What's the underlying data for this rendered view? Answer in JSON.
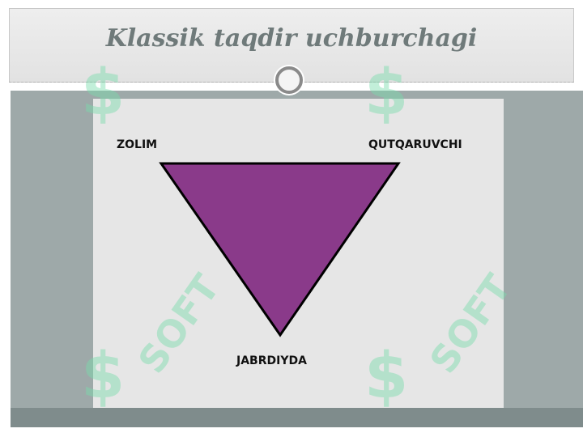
{
  "slide": {
    "title": "Klassik taqdir uchburchagi"
  },
  "diagram": {
    "type": "inverted-triangle",
    "fill_color": "#8a3a8a",
    "stroke_color": "#000000",
    "vertices": {
      "top_left": "ZOLIM",
      "top_right": "QUTQARUVCHI",
      "bottom": "JABRDIYDA"
    }
  },
  "watermark": {
    "text": "SOFT",
    "glyph": "$",
    "color": "#78dcaa"
  },
  "theme": {
    "background": "#9ea9a9",
    "panel": "#e6e6e6",
    "title_color": "#6f7a7a"
  }
}
